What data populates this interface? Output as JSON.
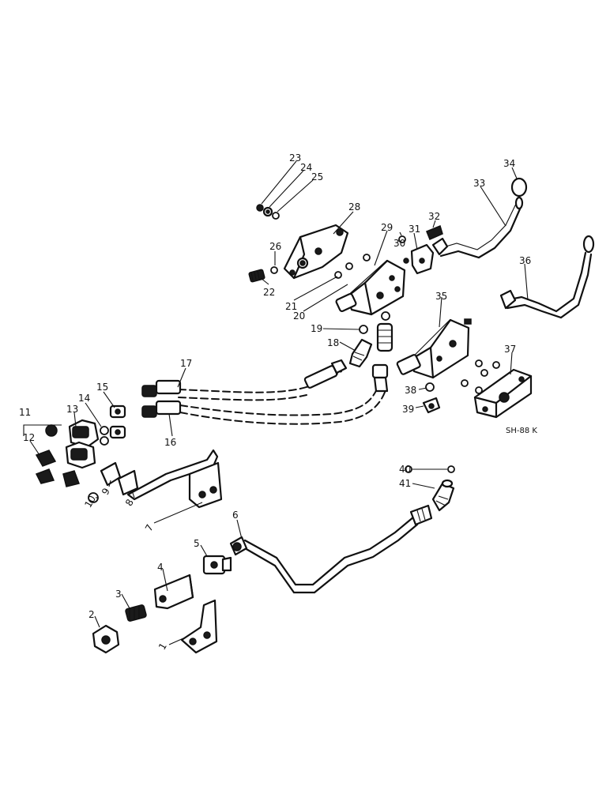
{
  "reference_code": "SH-88 K",
  "part_numbers": {
    "p1": "1",
    "p2": "2",
    "p3": "3",
    "p4": "4",
    "p5": "5",
    "p6": "6",
    "p7": "7",
    "p8": "8",
    "p9": "9",
    "p10": "10",
    "p11": "11",
    "p12": "12",
    "p13": "13",
    "p14": "14",
    "p15": "15",
    "p16": "16",
    "p17": "17",
    "p18": "18",
    "p19": "19",
    "p20": "20",
    "p21": "21",
    "p22": "22",
    "p23": "23",
    "p24": "24",
    "p25": "25",
    "p26": "26",
    "p28": "28",
    "p29": "29",
    "p30": "30",
    "p31": "31",
    "p32": "32",
    "p33": "33",
    "p34": "34",
    "p35": "35",
    "p36": "36",
    "p37": "37",
    "p38": "38",
    "p39": "39",
    "p40": "40",
    "p41": "41"
  }
}
